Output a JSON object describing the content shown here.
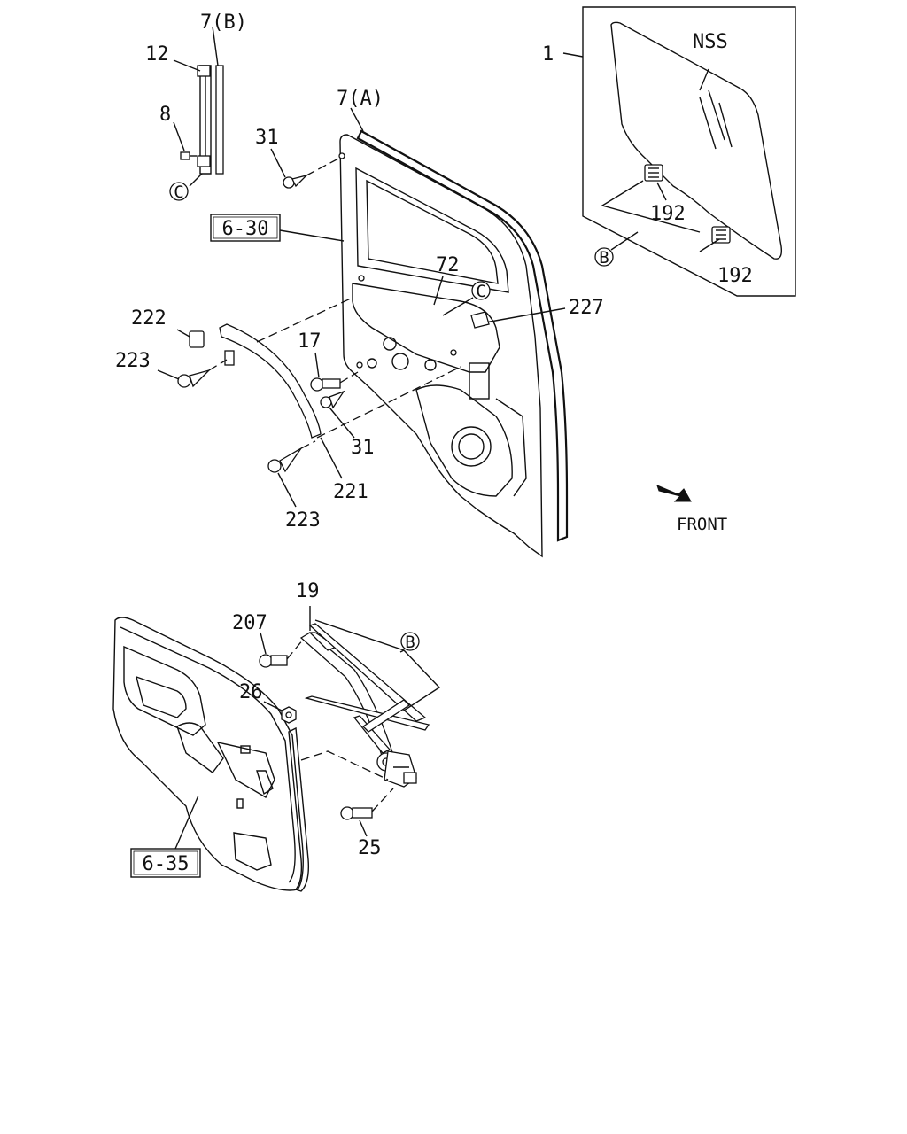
{
  "callouts": {
    "c_7b": "7(B)",
    "c_12": "12",
    "c_8": "8",
    "c_31a": "31",
    "c_7a": "7(A)",
    "c_1": "1",
    "c_nss": "NSS",
    "c_192a": "192",
    "c_192b": "192",
    "c_72": "72",
    "c_227": "227",
    "c_222": "222",
    "c_223a": "223",
    "c_17": "17",
    "c_31b": "31",
    "c_221": "221",
    "c_223b": "223",
    "c_19": "19",
    "c_207": "207",
    "c_26": "26",
    "c_25": "25"
  },
  "refs": {
    "ref_630": "6-30",
    "ref_635": "6-35"
  },
  "markers": {
    "m_c1": "C",
    "m_c2": "C",
    "m_b1": "B",
    "m_b2": "B"
  },
  "direction": {
    "front_label": "FRONT",
    "arrow_icon": "front-arrow-icon"
  }
}
